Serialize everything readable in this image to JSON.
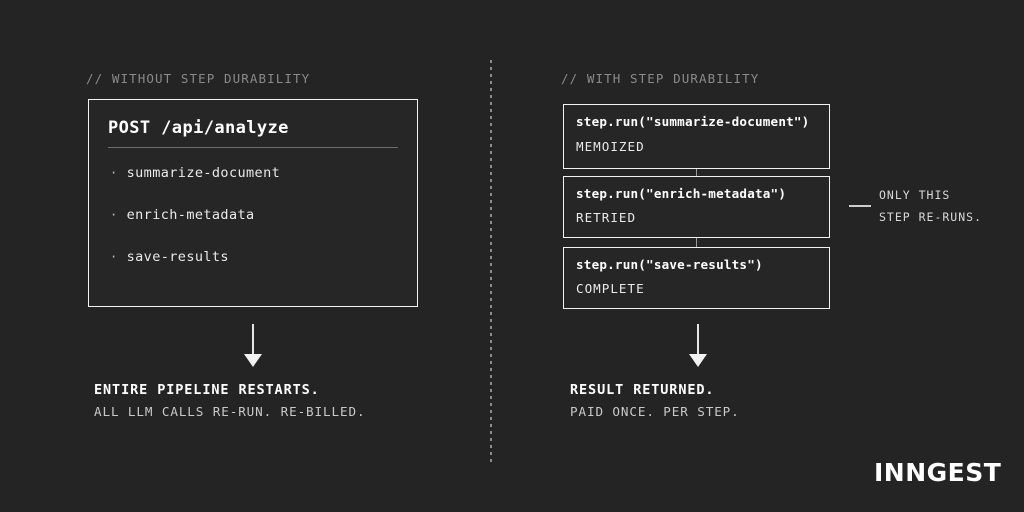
{
  "background_color": "#242424",
  "left_panel": {
    "header": "// WITHOUT STEP DURABILITY",
    "box": {
      "title": "POST /api/analyze",
      "items": [
        {
          "bullet": "·",
          "label": "summarize-document"
        },
        {
          "bullet": "·",
          "label": "enrich-metadata"
        },
        {
          "bullet": "·",
          "label": "save-results"
        }
      ]
    },
    "outcome": {
      "primary": "ENTIRE PIPELINE RESTARTS.",
      "secondary": "ALL LLM CALLS RE-RUN. RE-BILLED."
    }
  },
  "right_panel": {
    "header": "// WITH STEP DURABILITY",
    "steps": [
      {
        "call": "step.run(\"summarize-document\")",
        "status": "MEMOIZED"
      },
      {
        "call": "step.run(\"enrich-metadata\")",
        "status": "RETRIED"
      },
      {
        "call": "step.run(\"save-results\")",
        "status": "COMPLETE"
      }
    ],
    "callout": {
      "line1": "ONLY THIS",
      "line2": "STEP RE-RUNS."
    },
    "outcome": {
      "primary": "RESULT RETURNED.",
      "secondary": "PAID ONCE. PER STEP."
    }
  },
  "logo": {
    "text": "INNGEST"
  }
}
